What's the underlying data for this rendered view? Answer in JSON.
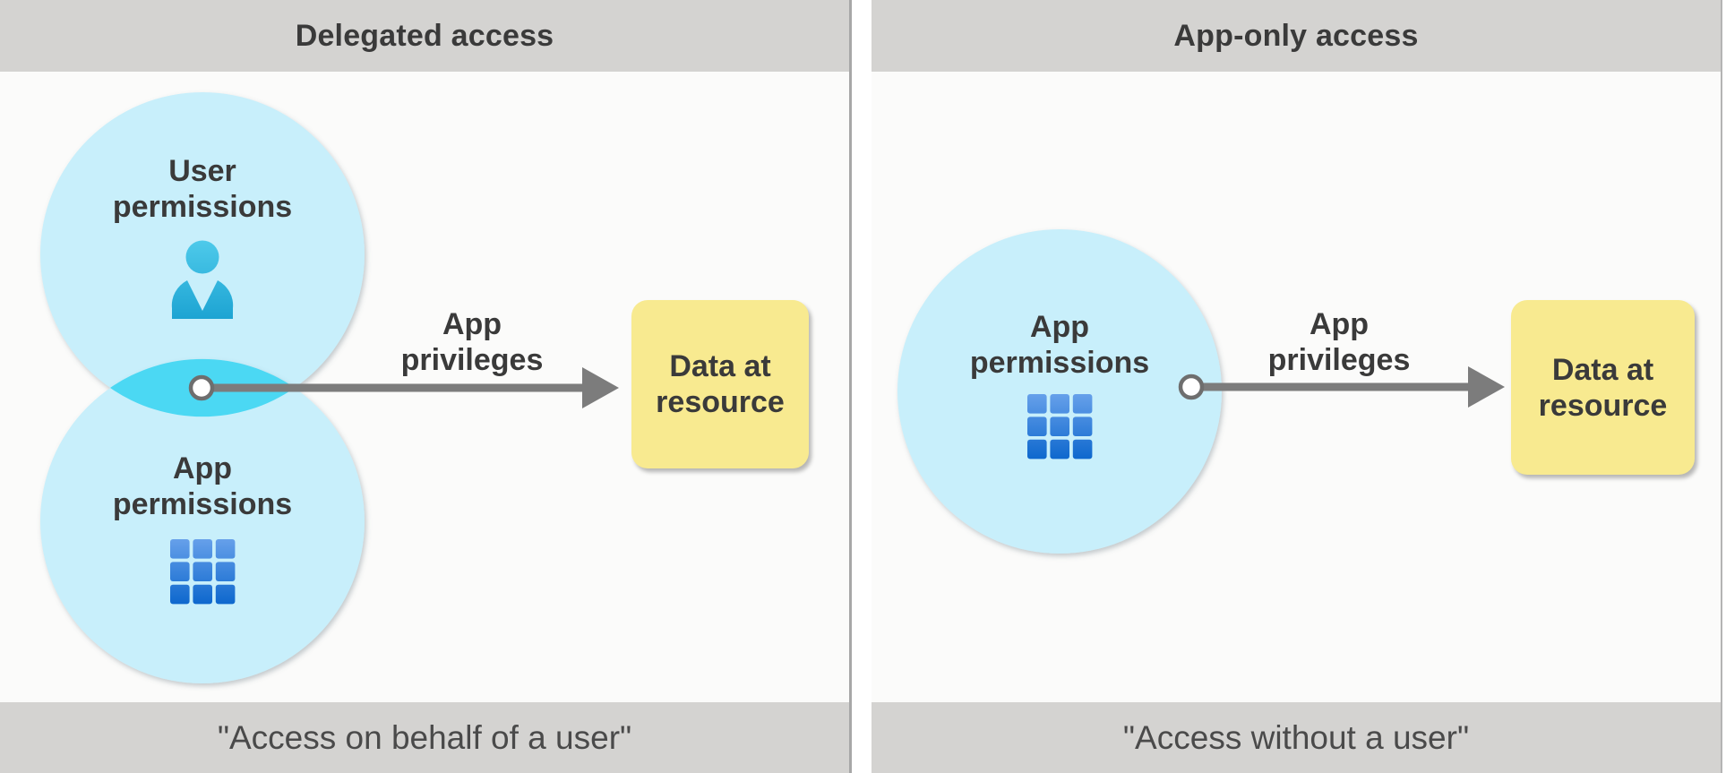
{
  "panels": [
    {
      "title": "Delegated access",
      "caption": "\"Access on behalf of a user\"",
      "user_circle": {
        "line1": "User",
        "line2": "permissions",
        "icon": "person-icon"
      },
      "app_circle": {
        "line1": "App",
        "line2": "permissions",
        "icon": "app-grid-icon"
      },
      "arrow_label": {
        "line1": "App",
        "line2": "privileges"
      },
      "resource_box": {
        "line1": "Data at",
        "line2": "resource"
      }
    },
    {
      "title": "App-only access",
      "caption": "\"Access without a user\"",
      "app_circle": {
        "line1": "App",
        "line2": "permissions",
        "icon": "app-grid-icon"
      },
      "arrow_label": {
        "line1": "App",
        "line2": "privileges"
      },
      "resource_box": {
        "line1": "Data at",
        "line2": "resource"
      }
    }
  ],
  "colors": {
    "header_footer_bg": "#d4d3d1",
    "panel_bg": "#fbfbfa",
    "circle_fill": "#c8effb",
    "overlap_fill": "#4bd8f3",
    "arrow_gray": "#7c7c7c",
    "connector_dot_ring": "#6e6e6e",
    "resource_box_bg": "#f8ea90",
    "label_text": "#3a3a3a",
    "person_icon_gradient": [
      "#4fcbeb",
      "#1ca3d2"
    ],
    "grid_icon_gradient": [
      "#66a0ea",
      "#0d67cd"
    ]
  }
}
